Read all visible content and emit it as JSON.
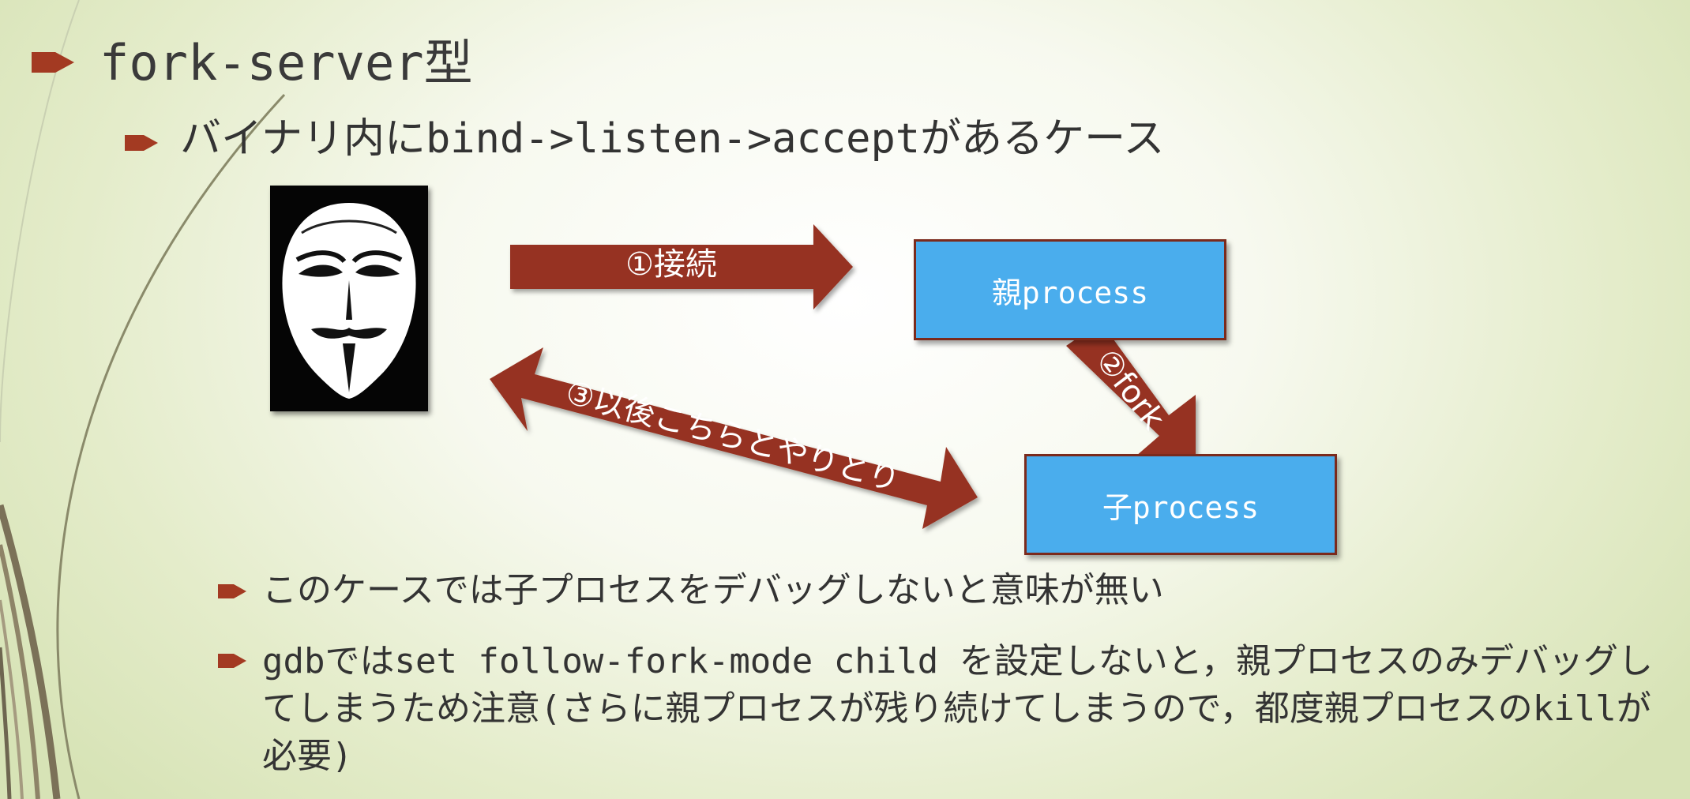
{
  "slide": {
    "title": "fork-server型",
    "subtitle": "バイナリ内にbind->listen->acceptがあるケース",
    "bullets": [
      "このケースでは子プロセスをデバッグしないと意味が無い",
      "gdbではset follow-fork-mode child を設定しないと，親プロセスのみデバッグしてしまうため注意(さらに親プロセスが残り続けてしまうので，都度親プロセスのkillが必要)"
    ]
  },
  "diagram": {
    "parent_label": "親process",
    "child_label": "子process",
    "arrow_connect": "①接続",
    "arrow_fork": "②fork",
    "arrow_exchange": "③以後こちらとやりとり"
  },
  "colors": {
    "arrow": "#963320",
    "box": "#4aaded",
    "bullet": "#a33a22"
  }
}
